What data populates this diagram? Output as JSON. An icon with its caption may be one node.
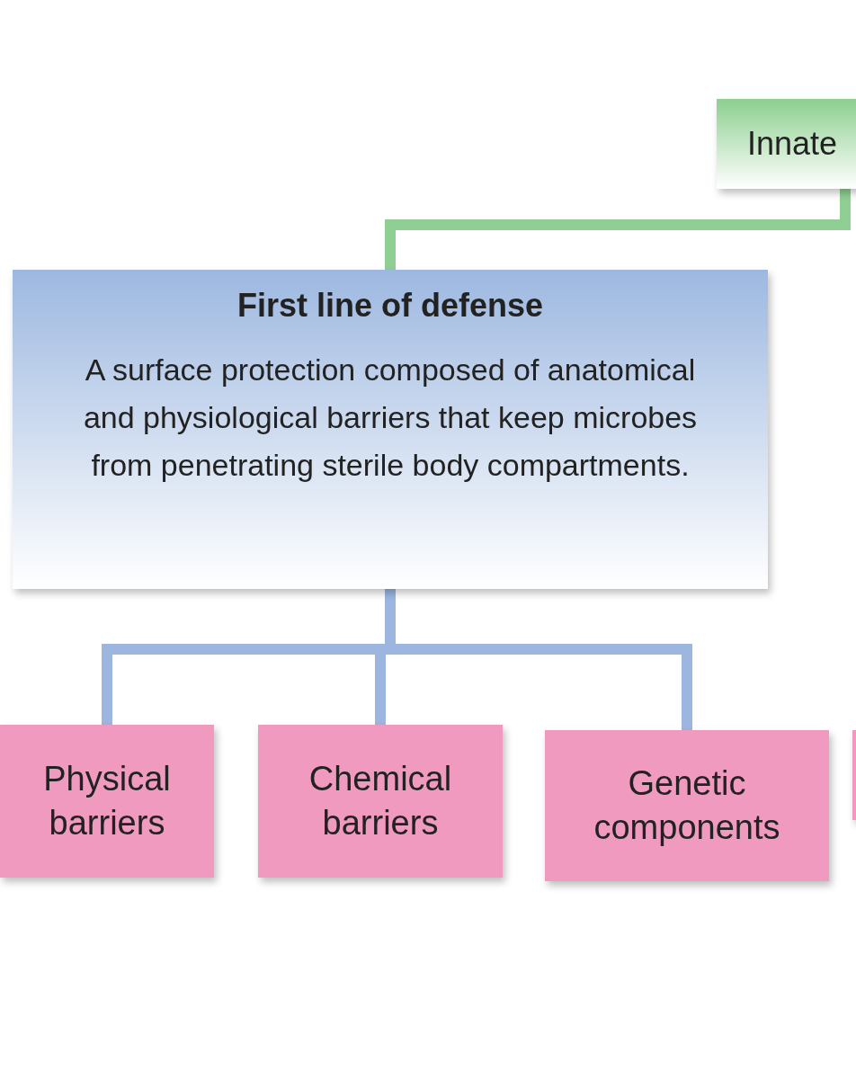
{
  "diagram": {
    "nodes": [
      {
        "text": [
          "Innate"
        ]
      },
      {
        "text": [
          "First line of defense",
          "A surface protection composed of anatomical and physiological barriers that keep microbes from penetrating sterile body compartments."
        ]
      },
      {
        "text": [
          "Physical barriers"
        ]
      },
      {
        "text": [
          "Chemical barriers"
        ]
      },
      {
        "text": [
          "Genetic components"
        ]
      },
      {
        "text": [],
        "shape": "box"
      }
    ],
    "edges": [
      {
        "from": 0,
        "to": 1,
        "arrow": "none",
        "color": "#8fcf93"
      },
      {
        "from": 1,
        "to": 2,
        "arrow": "none"
      },
      {
        "from": 1,
        "to": 3,
        "arrow": "none"
      },
      {
        "from": 1,
        "to": 4,
        "arrow": "none"
      }
    ]
  }
}
